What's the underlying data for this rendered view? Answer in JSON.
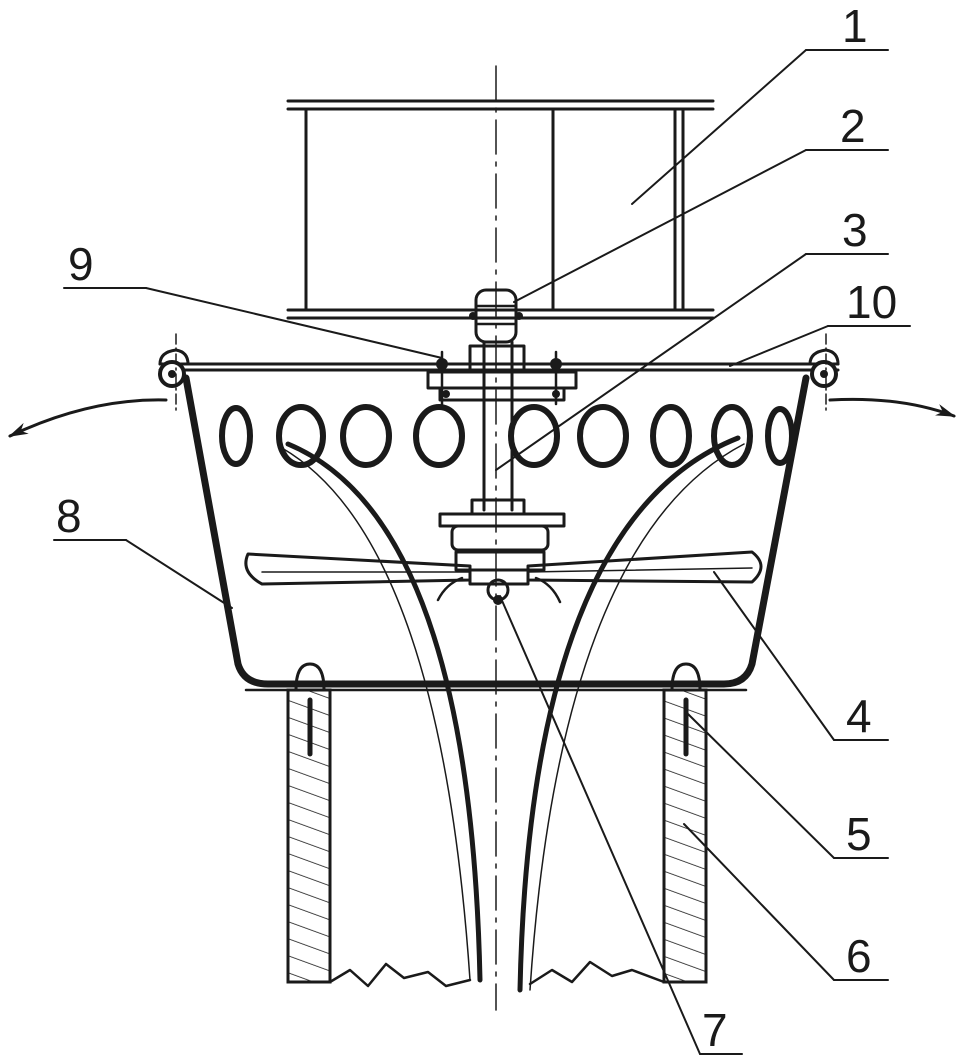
{
  "labels": {
    "l1": "1",
    "l2": "2",
    "l3": "3",
    "l4": "4",
    "l5": "5",
    "l6": "6",
    "l7": "7",
    "l8": "8",
    "l9": "9",
    "l10": "10"
  },
  "colors": {
    "ink": "#1a1a1a",
    "paper": "#ffffff"
  }
}
